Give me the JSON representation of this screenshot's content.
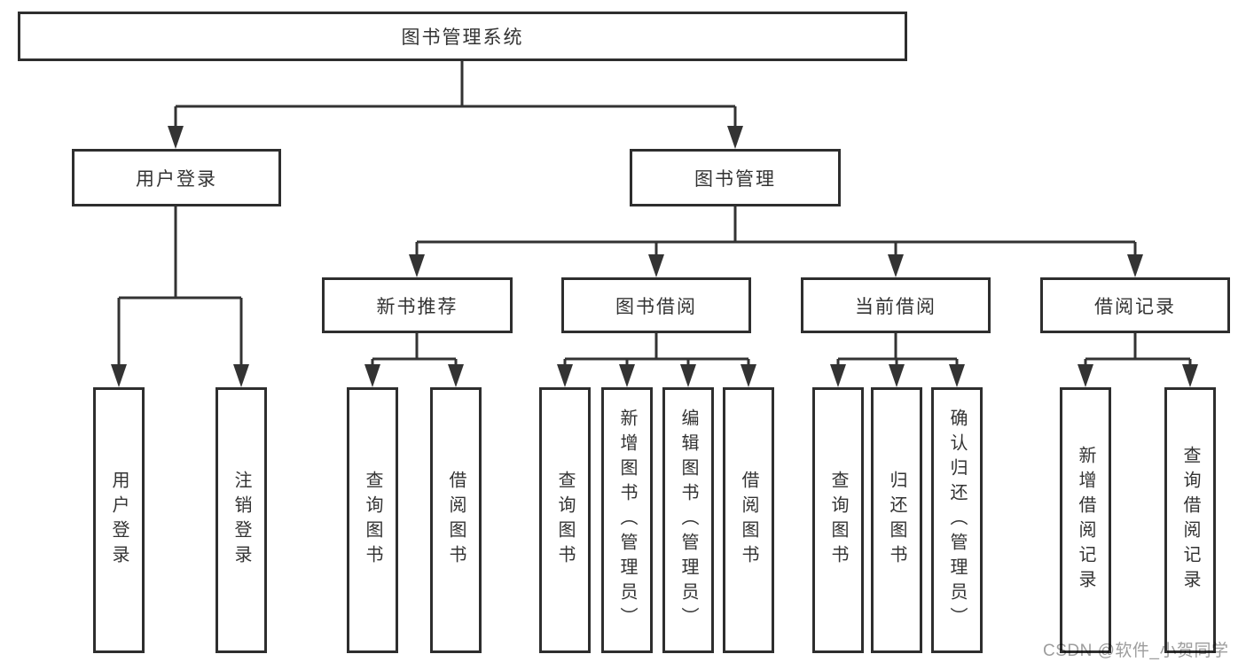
{
  "diagram": {
    "root": {
      "label": "图书管理系统"
    },
    "branches": [
      {
        "label": "用户登录",
        "children": [
          {
            "label": "用户登录"
          },
          {
            "label": "注销登录"
          }
        ]
      },
      {
        "label": "图书管理",
        "children": [
          {
            "label": "新书推荐",
            "children": [
              {
                "label": "查询图书"
              },
              {
                "label": "借阅图书"
              }
            ]
          },
          {
            "label": "图书借阅",
            "children": [
              {
                "label": "查询图书"
              },
              {
                "label": "新增图书（管理员）"
              },
              {
                "label": "编辑图书（管理员）"
              },
              {
                "label": "借阅图书"
              }
            ]
          },
          {
            "label": "当前借阅",
            "children": [
              {
                "label": "查询图书"
              },
              {
                "label": "归还图书"
              },
              {
                "label": "确认归还（管理员）"
              }
            ]
          },
          {
            "label": "借阅记录",
            "children": [
              {
                "label": "新增借阅记录"
              },
              {
                "label": "查询借阅记录"
              }
            ]
          }
        ]
      }
    ]
  },
  "watermark": {
    "text": "CSDN @软件_小贺同学"
  },
  "colors": {
    "line": "#333333",
    "box_border": "#2e2e2e",
    "box_background": "#ffffff",
    "text": "#333333",
    "watermark": "#8c8c8c",
    "page_background": "#ffffff"
  }
}
